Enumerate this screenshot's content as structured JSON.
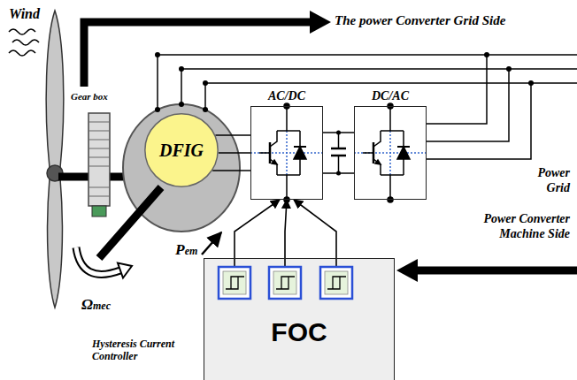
{
  "diagram": {
    "nodes": [
      {
        "text": [
          "DFIG"
        ]
      },
      {
        "text": [
          "AC/DC"
        ]
      },
      {
        "text": [
          "DC/AC"
        ]
      },
      {
        "text": [
          "FOC"
        ]
      }
    ],
    "edges": [
      {
        "from": 0,
        "to": 1,
        "arrow": "none"
      },
      {
        "from": 0,
        "to": 1,
        "arrow": "none"
      },
      {
        "from": 0,
        "to": 1,
        "arrow": "none"
      },
      {
        "from": 1,
        "to": 2,
        "arrow": "none"
      },
      {
        "from": 3,
        "to": 1,
        "arrow": "to"
      },
      {
        "from": 3,
        "to": 1,
        "arrow": "to"
      },
      {
        "from": 3,
        "to": 1,
        "arrow": "to"
      }
    ],
    "labels": [
      "Wind",
      "The power Converter Grid Side",
      "Gear box",
      "Power Grid",
      "Power Converter Machine Side",
      "Pem",
      "Ωmec",
      "Hysteresis Current Controller"
    ]
  }
}
